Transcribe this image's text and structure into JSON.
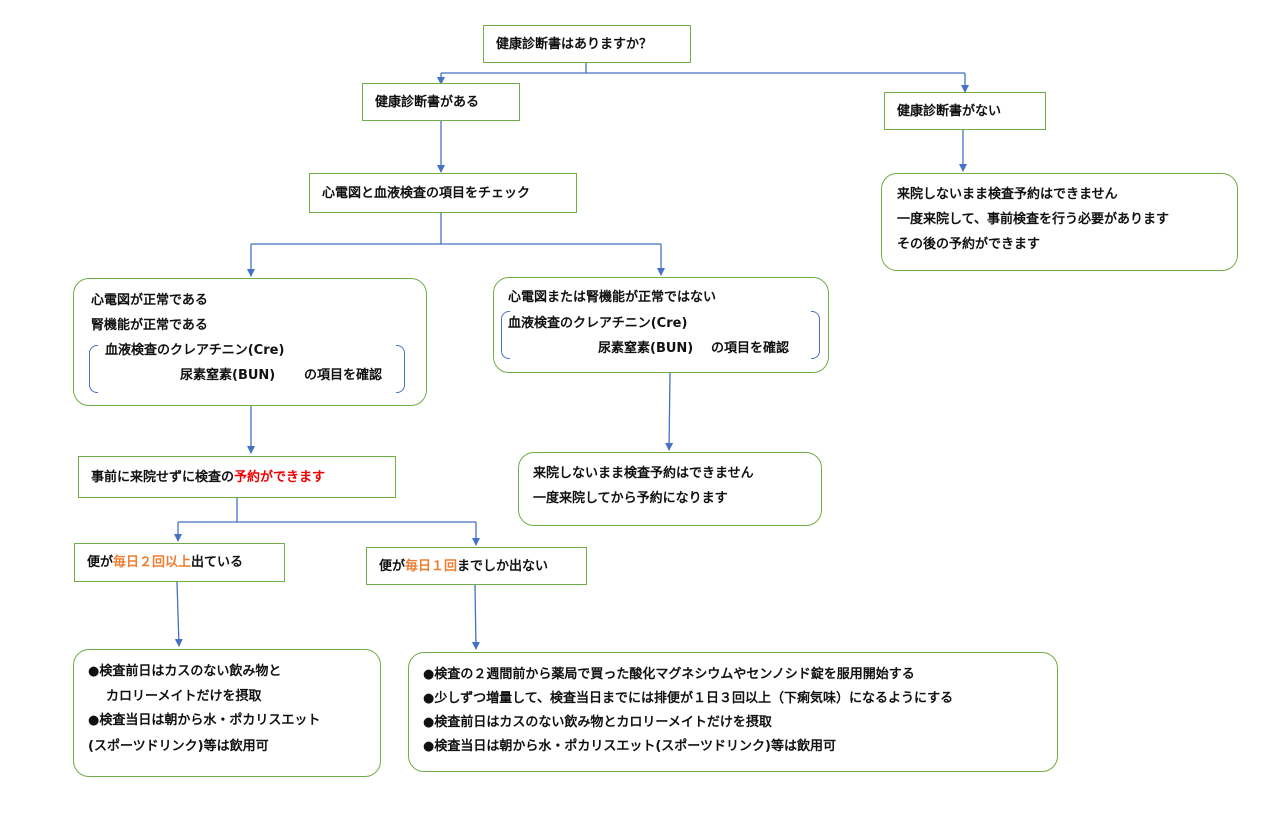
{
  "colors": {
    "connector": "#4472c4",
    "box_border": "#70ad47",
    "emphasis_red": "#ee0000",
    "emphasis_orange": "#ed7d31"
  },
  "nodes": {
    "start": {
      "text": "健康診断書はありますか？"
    },
    "has_cert": {
      "text": "健康診断書がある"
    },
    "no_cert": {
      "text": "健康診断書がない"
    },
    "no_cert_note": {
      "lines": [
        "来院しないまま検査予約はできません",
        "一度来院して、事前検査を行う必要があります",
        "その後の予約ができます"
      ]
    },
    "check_items": {
      "text": "心電図と血液検査の項目をチェック"
    },
    "normal": {
      "line1": "心電図が正常である",
      "line2": "腎機能が正常である",
      "line3": "血液検査のクレアチニン(Cre)",
      "line4_a": "尿素窒素(BUN)",
      "line4_b": "の項目を確認"
    },
    "abnormal": {
      "line1": "心電図または腎機能が正常ではない",
      "line2": "血液検査のクレアチニン(Cre)",
      "line3_a": "尿素窒素(BUN)",
      "line3_b": "の項目を確認"
    },
    "reserve_ok": {
      "text_a": "事前に来院せずに検査の",
      "text_b": "予約ができます"
    },
    "abnormal_note": {
      "lines": [
        "来院しないまま検査予約はできません",
        "一度来院してから予約になります"
      ]
    },
    "stool_2": {
      "text_a": "便が",
      "text_b": "毎日２回以上",
      "text_c": "出ている"
    },
    "stool_1": {
      "text_a": "便が",
      "text_b": "毎日１回",
      "text_c": "までしか出ない"
    },
    "stool_2_note": {
      "lines": [
        "●検査前日はカスのない飲み物と",
        "カロリーメイトだけを摂取",
        "●検査当日は朝から水・ポカリスエット",
        "(スポーツドリンク)等は飲用可"
      ]
    },
    "stool_1_note": {
      "lines": [
        "●検査の２週間前から薬局で買った酸化マグネシウムやセンノシド錠を服用開始する",
        "●少しずつ増量して、検査当日までには排便が１日３回以上（下痢気味）になるようにする",
        "●検査前日はカスのない飲み物とカロリーメイトだけを摂取",
        "●検査当日は朝から水・ポカリスエット(スポーツドリンク)等は飲用可"
      ]
    }
  }
}
